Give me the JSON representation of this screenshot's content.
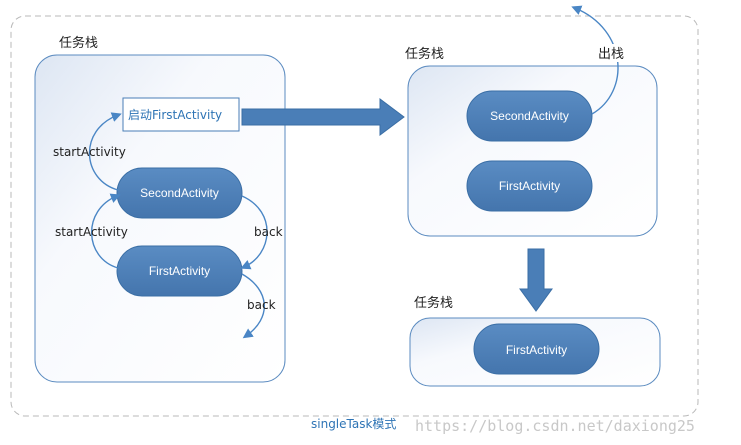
{
  "diagram": {
    "caption": "singleTask模式",
    "watermark": "https://blog.csdn.net/daxiong25",
    "stack_title": "任务栈",
    "left_stack": {
      "start_box_label": "启动FirstActivity",
      "node_second": "SecondActivity",
      "node_first": "FirstActivity",
      "start_activity_label_1": "startActivity",
      "start_activity_label_2": "startActivity",
      "back_label_1": "back",
      "back_label_2": "back"
    },
    "right_top_stack": {
      "pop_label": "出栈",
      "node_second": "SecondActivity",
      "node_first": "FirstActivity"
    },
    "right_bottom_stack": {
      "node_first": "FirstActivity"
    },
    "colors": {
      "node_fill": "#4a7eb7",
      "node_stroke": "#3a6ea5",
      "arrow": "#4a7eb7",
      "stack_border": "#5b8bc0",
      "outer_dash": "#b9b9b9"
    }
  }
}
